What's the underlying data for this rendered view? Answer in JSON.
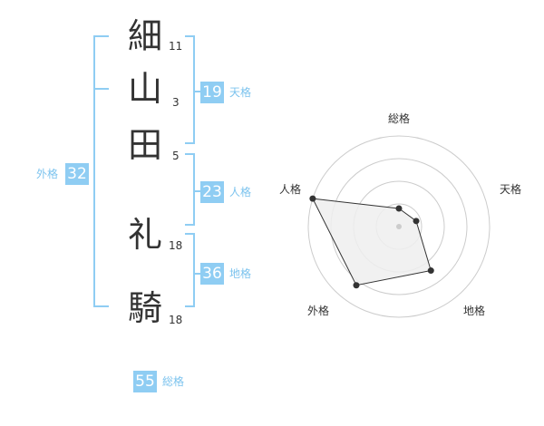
{
  "name": {
    "characters": [
      {
        "char": "細",
        "strokes": "11"
      },
      {
        "char": "山",
        "strokes": "3"
      },
      {
        "char": "田",
        "strokes": "5"
      },
      {
        "char": "礼",
        "strokes": "18"
      },
      {
        "char": "騎",
        "strokes": "18"
      }
    ]
  },
  "kaku": {
    "tenkaku": {
      "label": "天格",
      "value": "19"
    },
    "jinkaku": {
      "label": "人格",
      "value": "23"
    },
    "chikaku": {
      "label": "地格",
      "value": "36"
    },
    "gaikaku": {
      "label": "外格",
      "value": "32"
    },
    "soukaku": {
      "label": "総格",
      "value": "55"
    }
  },
  "chart_data": {
    "type": "radar",
    "axes": [
      "総格",
      "天格",
      "地格",
      "外格",
      "人格"
    ],
    "values": [
      0.2,
      0.2,
      0.6,
      0.8,
      1.0
    ],
    "range": [
      0,
      1
    ],
    "rings": 4,
    "colors": {
      "fill": "#efefef",
      "stroke": "#333333",
      "ring": "#cccccc",
      "point": "#333333",
      "center": "#cccccc"
    }
  },
  "colors": {
    "accent": "#8fcdf3",
    "accent_text": "#7cc3ee",
    "bracket": "#8fcdf3"
  }
}
